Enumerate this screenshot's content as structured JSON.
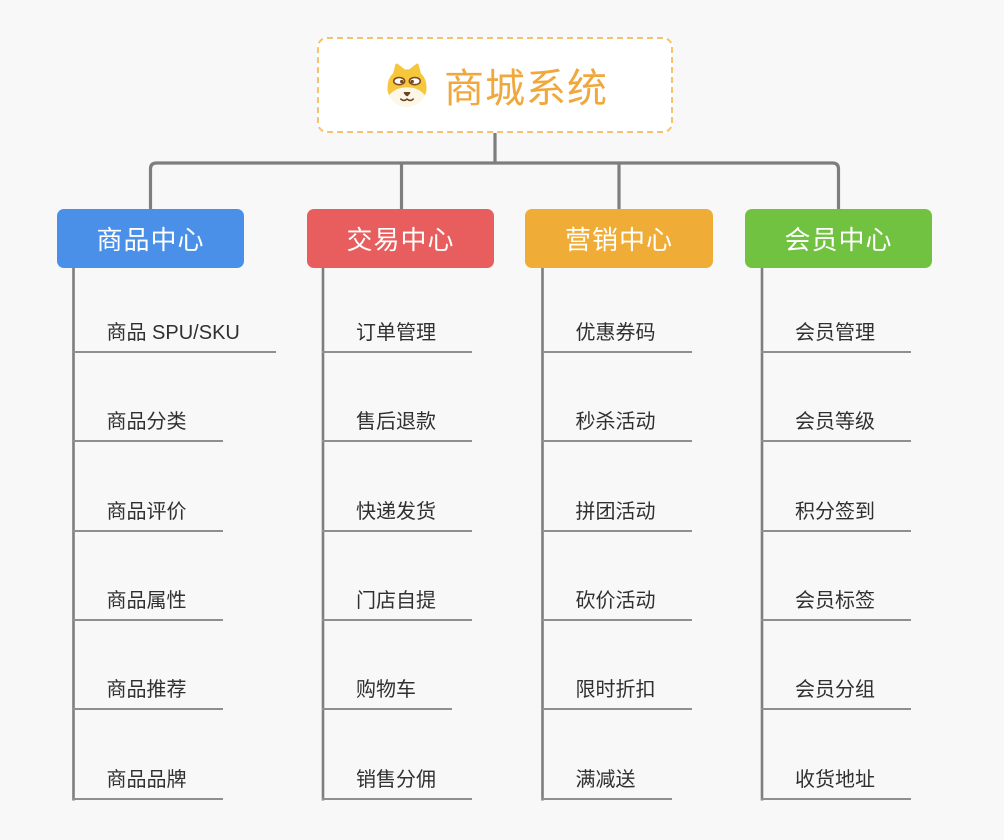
{
  "canvas": {
    "background": "#f8f8f8"
  },
  "root": {
    "title": "商城系统",
    "icon": "shiba-dog-icon",
    "title_color": "#f0a83c",
    "border_color": "#f6c26e",
    "background": "#ffffff"
  },
  "connectors": {
    "line_color": "#7e7e7e",
    "underline_color": "#8f8f8f"
  },
  "branches": [
    {
      "label": "商品中心",
      "color": "#4a90e8",
      "children": [
        "商品 SPU/SKU",
        "商品分类",
        "商品评价",
        "商品属性",
        "商品推荐",
        "商品品牌"
      ]
    },
    {
      "label": "交易中心",
      "color": "#e85d5d",
      "children": [
        "订单管理",
        "售后退款",
        "快递发货",
        "门店自提",
        "购物车",
        "销售分佣"
      ]
    },
    {
      "label": "营销中心",
      "color": "#efac36",
      "children": [
        "优惠券码",
        "秒杀活动",
        "拼团活动",
        "砍价活动",
        "限时折扣",
        "满减送"
      ]
    },
    {
      "label": "会员中心",
      "color": "#72c242",
      "children": [
        "会员管理",
        "会员等级",
        "积分签到",
        "会员标签",
        "会员分组",
        "收货地址"
      ]
    }
  ]
}
